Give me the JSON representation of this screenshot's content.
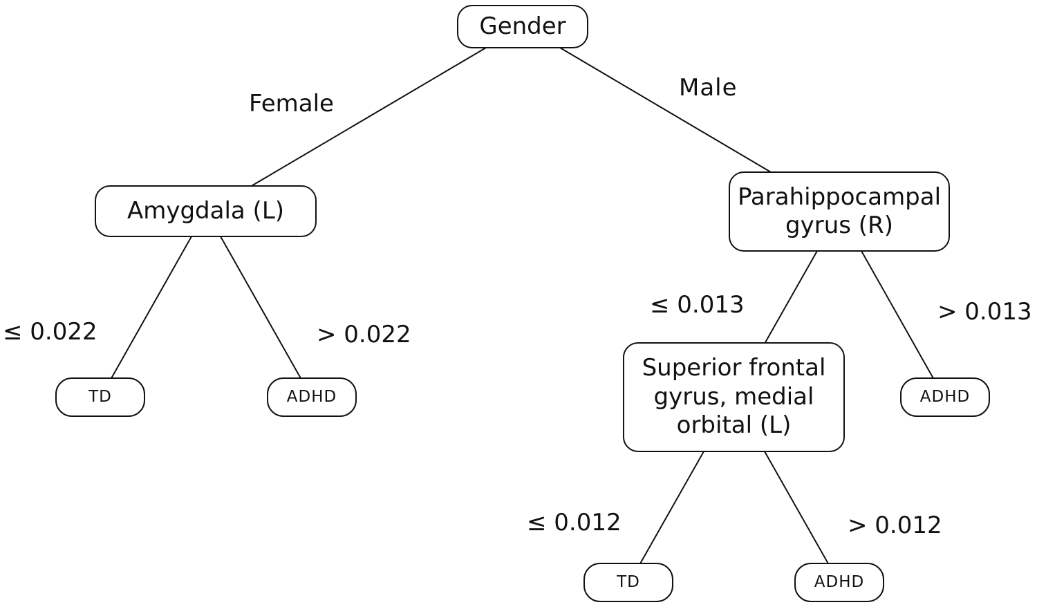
{
  "nodes": {
    "root": "Gender",
    "amygdala": "Amygdala (L)",
    "parahippocampal": "Parahippocampal gyrus (R)",
    "superior_frontal": "Superior frontal gyrus, medial orbital (L)",
    "leaf_td_left": "TD",
    "leaf_adhd_left": "ADHD",
    "leaf_adhd_right": "ADHD",
    "leaf_td_bottom": "TD",
    "leaf_adhd_bottom": "ADHD"
  },
  "edges": {
    "female": "Female",
    "male": "Male",
    "amygdala_le": "≤ 0.022",
    "amygdala_gt": "> 0.022",
    "parahippocampal_le": "≤ 0.013",
    "parahippocampal_gt": "> 0.013",
    "superior_frontal_le": "≤ 0.012",
    "superior_frontal_gt": "> 0.012"
  }
}
